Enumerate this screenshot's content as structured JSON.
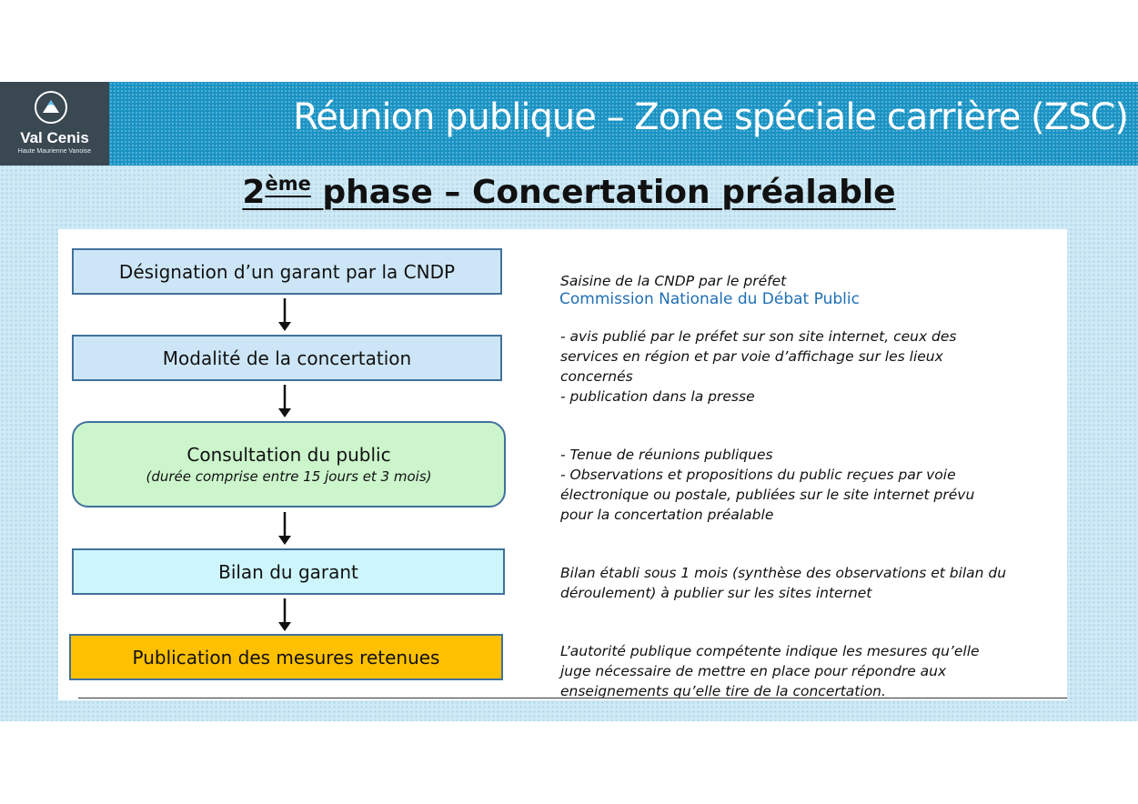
{
  "header": {
    "logo_name": "Val Cenis",
    "logo_sub": "Haute Maurienne Vanoise",
    "title": "Réunion publique – Zone spéciale carrière (ZSC)"
  },
  "subtitle": {
    "number": "2",
    "sup": "ème",
    "text": " phase – Concertation préalable"
  },
  "steps": [
    {
      "label": "Désignation d’un garant par la CNDP"
    },
    {
      "label": "Modalité de la concertation"
    },
    {
      "label": "Consultation du public",
      "sub": "(durée comprise entre 15 jours et 3 mois)"
    },
    {
      "label": "Bilan du garant"
    },
    {
      "label": "Publication des mesures retenues"
    }
  ],
  "descriptions": [
    "Saisine de la CNDP par le préfet",
    "- avis publié par le préfet sur son site internet, ceux des\nservices en région et par voie d’affichage sur les lieux\nconcernés\n- publication dans la presse",
    "- Tenue de réunions publiques\n- Observations et propositions du public reçues par voie\nélectronique ou postale, publiées sur le site internet prévu\npour la concertation préalable",
    "Bilan établi sous 1 mois (synthèse des observations et bilan du\ndéroulement) à publier sur les sites internet",
    "L’autorité publique compétente indique les mesures qu’elle\njuge nécessaire de mettre en place pour répondre aux\nenseignements qu’elle tire de la concertation."
  ],
  "cndp_full": "Commission Nationale du Débat Public",
  "colors": {
    "header": "#1a93c4",
    "box_blue": "#cde6f7",
    "box_green": "#ccf5cc",
    "box_cyan": "#ccf6fb",
    "box_orange": "#ffc000",
    "link_blue": "#1f6fb5"
  }
}
